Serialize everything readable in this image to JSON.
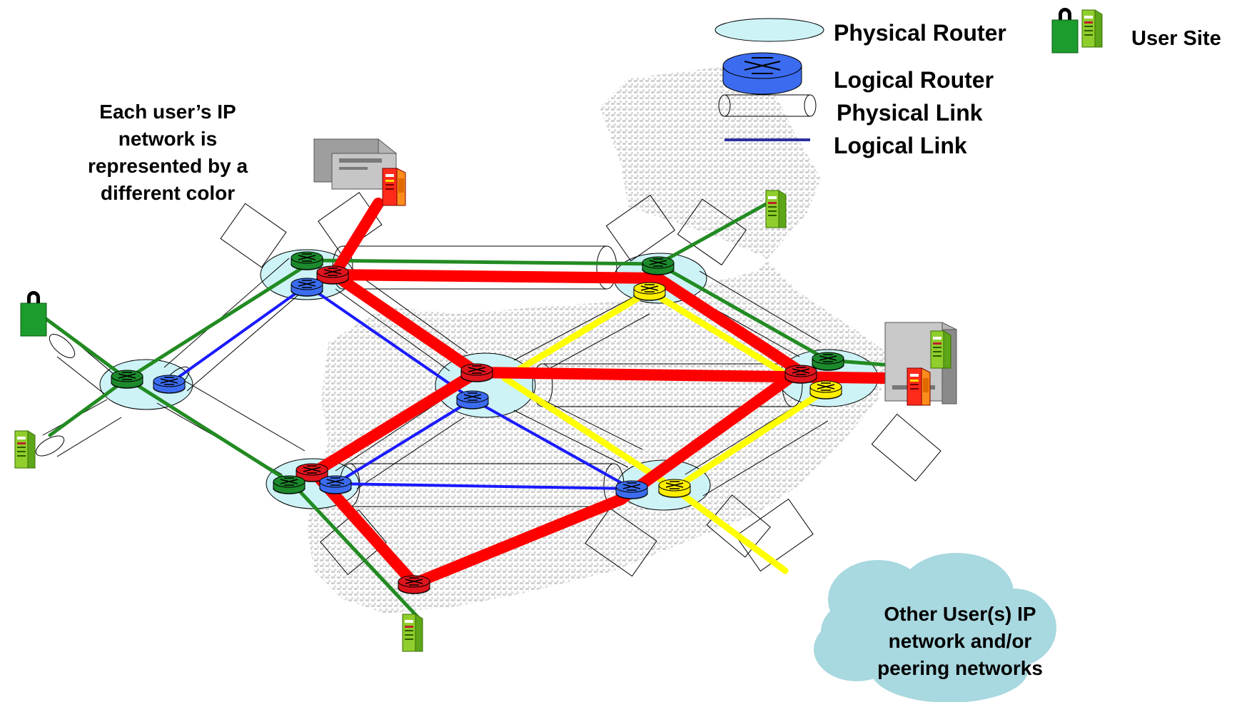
{
  "legend": {
    "physical_router": "Physical Router",
    "logical_router": "Logical Router",
    "physical_link": "Physical Link",
    "logical_link": "Logical Link",
    "user_site": "User Site"
  },
  "note": "Each user’s IP network is represented by a different color",
  "cloud_label": "Other User(s) IP network and/or peering networks",
  "colors": {
    "green_network": "#228b22",
    "blue_network": "#1a1aff",
    "red_network": "#ff0000",
    "yellow_network": "#ffff00",
    "physical_router_fill": "#cdf3f7",
    "cloud_fill": "#a8d8e0",
    "map_background": "#cccccc"
  },
  "icons": [
    "router-icon",
    "server-icon",
    "lock-site-icon",
    "cloud-icon",
    "tube-link-icon"
  ]
}
